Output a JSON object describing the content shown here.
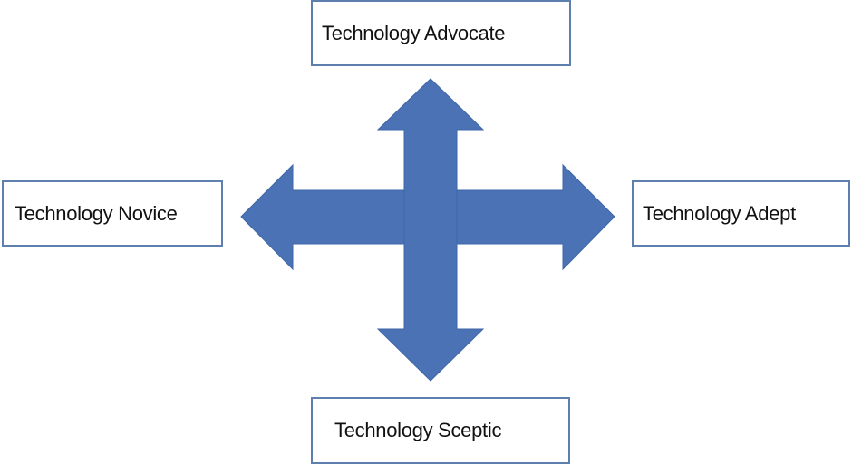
{
  "diagram": {
    "labels": {
      "top": "Technology Advocate",
      "left": "Technology Novice",
      "right": "Technology Adept",
      "bottom": "Technology Sceptic"
    },
    "arrow_color": "#4a72b5"
  }
}
